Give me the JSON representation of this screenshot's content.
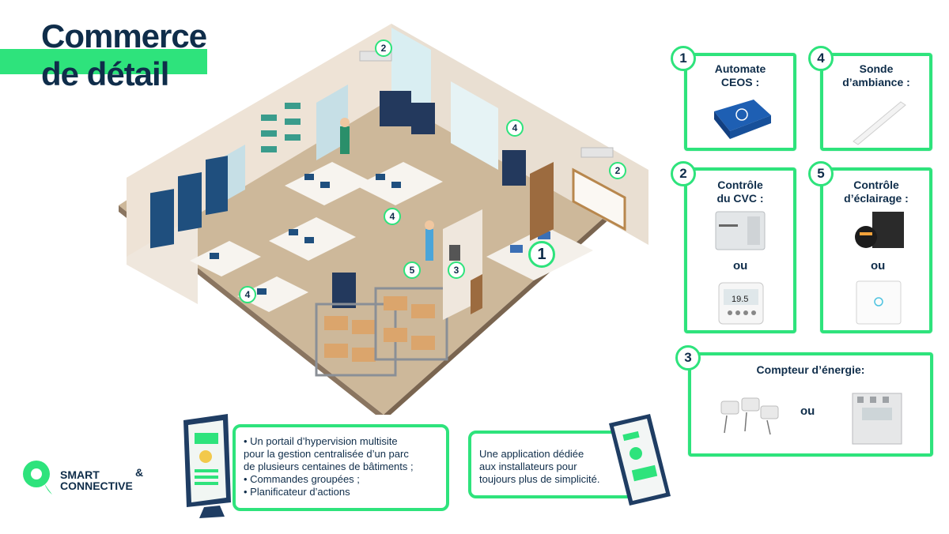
{
  "title": {
    "line1": "Commerce",
    "line2": "de détail"
  },
  "scene_badges": [
    {
      "label": "2"
    },
    {
      "label": "4"
    },
    {
      "label": "2"
    },
    {
      "label": "4"
    },
    {
      "label": "4"
    },
    {
      "label": "5"
    },
    {
      "label": "3"
    },
    {
      "label": "1"
    }
  ],
  "cards": {
    "automate": {
      "number": "1",
      "title_l1": "Automate",
      "title_l2": "CEOS :"
    },
    "sonde": {
      "number": "4",
      "title_l1": "Sonde",
      "title_l2": "d’ambiance :"
    },
    "cvc": {
      "number": "2",
      "title_l1": "Contrôle",
      "title_l2": "du CVC :",
      "or": "ou",
      "thermostat_display": "19.5"
    },
    "eclairage": {
      "number": "5",
      "title_l1": "Contrôle",
      "title_l2": "d’éclairage :",
      "or": "ou"
    },
    "compteur": {
      "number": "3",
      "title": "Compteur d’énergie:",
      "or": "ou"
    }
  },
  "portal": {
    "lines": [
      "• Un portail d’hypervision multisite",
      "pour la gestion centralisée d’un parc",
      "de plusieurs centaines de bâtiments ;",
      "• Commandes groupées ;",
      "• Planificateur d’actions"
    ]
  },
  "app": {
    "lines": [
      "Une application dédiée",
      "aux installateurs pour",
      "toujours plus de simplicité."
    ]
  },
  "logo": {
    "line1": "SMART",
    "amp": "&",
    "line2": "CONNECTIVE"
  },
  "colors": {
    "accent": "#2ee37c",
    "navy": "#0f2d4a"
  }
}
